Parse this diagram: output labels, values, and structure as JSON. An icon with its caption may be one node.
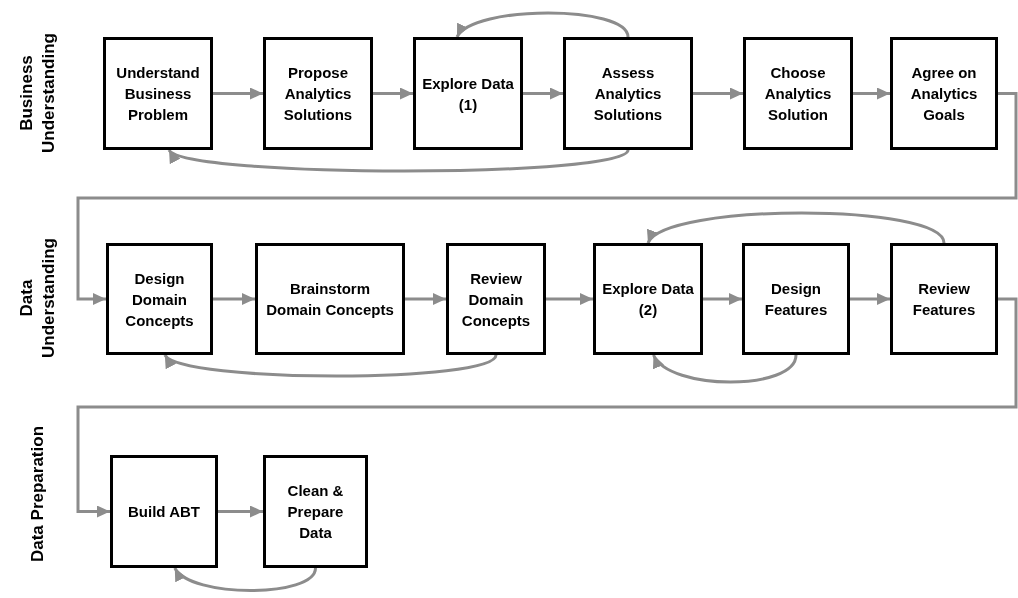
{
  "diagram": {
    "nodes": [
      {
        "text": [
          "Understand Business Problem"
        ]
      },
      {
        "text": [
          "Propose Analytics Solutions"
        ]
      },
      {
        "text": [
          "Explore Data (1)"
        ]
      },
      {
        "text": [
          "Assess Analytics Solutions"
        ]
      },
      {
        "text": [
          "Choose Analytics Solution"
        ]
      },
      {
        "text": [
          "Agree on Analytics Goals"
        ]
      },
      {
        "text": [
          "Design Domain Concepts"
        ]
      },
      {
        "text": [
          "Brainstorm Domain Concepts"
        ]
      },
      {
        "text": [
          "Review Domain Concepts"
        ]
      },
      {
        "text": [
          "Explore Data (2)"
        ]
      },
      {
        "text": [
          "Design Features"
        ]
      },
      {
        "text": [
          "Review Features"
        ]
      },
      {
        "text": [
          "Build ABT"
        ]
      },
      {
        "text": [
          "Clean & Prepare Data"
        ]
      }
    ],
    "edges": [
      {
        "from": 0,
        "to": 1,
        "arrow": "to"
      },
      {
        "from": 1,
        "to": 2,
        "arrow": "to"
      },
      {
        "from": 2,
        "to": 3,
        "arrow": "to"
      },
      {
        "from": 3,
        "to": 4,
        "arrow": "to"
      },
      {
        "from": 4,
        "to": 5,
        "arrow": "to"
      },
      {
        "from": 3,
        "to": 2,
        "arrow": "to"
      },
      {
        "from": 3,
        "to": 0,
        "arrow": "to"
      },
      {
        "from": 5,
        "to": 6,
        "arrow": "to"
      },
      {
        "from": 6,
        "to": 7,
        "arrow": "to"
      },
      {
        "from": 7,
        "to": 8,
        "arrow": "to"
      },
      {
        "from": 8,
        "to": 9,
        "arrow": "to"
      },
      {
        "from": 9,
        "to": 10,
        "arrow": "to"
      },
      {
        "from": 10,
        "to": 11,
        "arrow": "to"
      },
      {
        "from": 8,
        "to": 6,
        "arrow": "to"
      },
      {
        "from": 11,
        "to": 9,
        "arrow": "to"
      },
      {
        "from": 10,
        "to": 9,
        "arrow": "to"
      },
      {
        "from": 11,
        "to": 12,
        "arrow": "to"
      },
      {
        "from": 12,
        "to": 13,
        "arrow": "to"
      },
      {
        "from": 13,
        "to": 12,
        "arrow": "to"
      }
    ],
    "labels": [
      "Business Understanding",
      "Data Understanding",
      "Data Preparation"
    ]
  }
}
